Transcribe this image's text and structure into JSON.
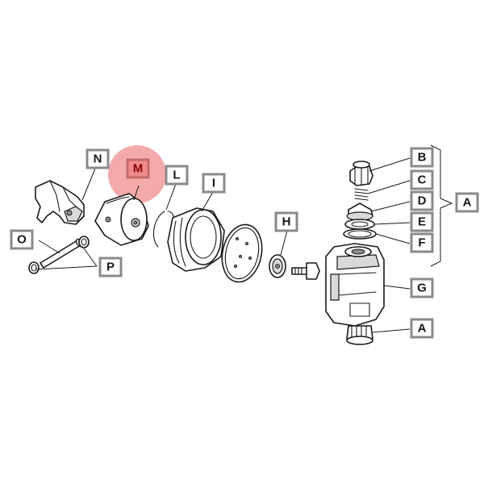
{
  "labels": {
    "N": "N",
    "M": "M",
    "L": "L",
    "I": "I",
    "H": "H",
    "O": "O",
    "P": "P",
    "B": "B",
    "C": "C",
    "D": "D",
    "E": "E",
    "F": "F",
    "G": "G",
    "A_group": "A",
    "A_bottom": "A"
  },
  "highlighted_label": "M",
  "colors": {
    "highlight": "#f29b9b",
    "label_border": "#8a8a8a",
    "line": "#1a1a1a"
  }
}
